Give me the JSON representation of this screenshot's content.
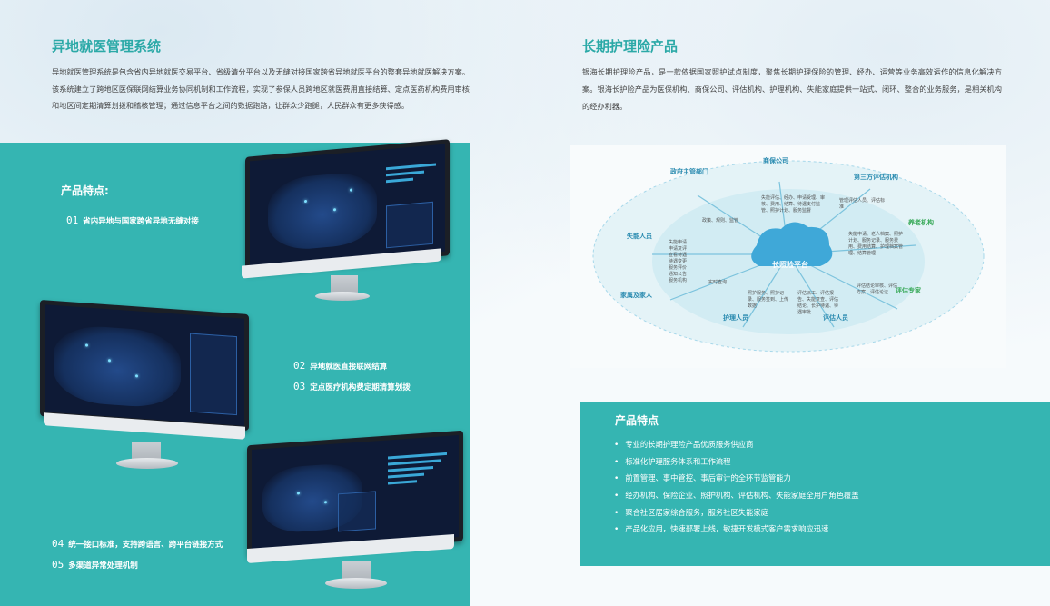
{
  "left": {
    "title": "异地就医管理系统",
    "description": "异地就医管理系统是包含省内异地就医交易平台、省级清分平台以及无缝对接国家跨省异地就医平台的整套异地就医解决方案。该系统建立了跨地区医保联网结算业务协同机制和工作流程，实现了参保人员跨地区就医费用直接结算、定点医药机构费用审核和地区间定期清算划拨和稽核管理；通过信息平台之间的数据跑路，让群众少跑腿，人民群众有更多获得感。",
    "features_title": "产品特点:",
    "features": [
      {
        "num": "01",
        "text": "省内异地与国家跨省异地无缝对接"
      },
      {
        "num": "02",
        "text": "异地就医直接联网结算"
      },
      {
        "num": "03",
        "text": "定点医疗机构费定期清算划拨"
      },
      {
        "num": "04",
        "text": "统一接口标准，支持跨语言、跨平台链接方式"
      },
      {
        "num": "05",
        "text": "多渠道异常处理机制"
      }
    ]
  },
  "right": {
    "title": "长期护理险产品",
    "description": "银海长期护理险产品，是一款依据国家照护试点制度，聚焦长期护理保险的管理、经办、运营等业务高效运作的信息化解决方案。银海长护险产品为医保机构、商保公司、评估机构、护理机构、失能家庭提供一站式、闭环、整合的业务服务，是相关机构的经办利器。",
    "diagram": {
      "center": "长照险平台",
      "nodes": [
        "政府主管部门",
        "商保公司",
        "第三方评估机构",
        "养老机构",
        "评估专家",
        "评估人员",
        "护理人员",
        "家属及家人",
        "失能人员"
      ],
      "notes": {
        "gov": "政策、规则、监管",
        "insurer": "失能评估、经办、申请受理、审核、费用、结算、待遇支付监管、照护计划、服务监督",
        "third": "管理评估人员、评估标准",
        "elderly": "失能申请、老人档案、照护计划、服务记录、服务费用、费用结算、护理档案管理、结算管理",
        "expert": "评估结论审核、评估方案、评估论证",
        "assessor": "评估派工、评估报告、失能复查、评估结论、长护待遇、待遇审批",
        "nurse": "照护服务、照护记录、服务签到、上传数据",
        "disabled": [
          "失能申请",
          "申请复评",
          "查看待遇",
          "待遇变更",
          "服务评价",
          "通知公告",
          "服务机构"
        ],
        "family": "实时查询"
      }
    },
    "product_title": "产品特点",
    "product_features": [
      "专业的长期护理险产品优质服务供应商",
      "标准化护理服务体系和工作流程",
      "前置管理、事中管控、事后审计的全环节监管能力",
      "经办机构、保险企业、照护机构、评估机构、失能家庭全用户角色覆盖",
      "聚合社区居家综合服务，服务社区失能家庭",
      "产品化应用，快速部署上线，敏捷开发模式客户需求响应迅速"
    ]
  },
  "colors": {
    "accent": "#2ba9a7",
    "panel": "#35b5b2",
    "screen": "#0e1a36"
  }
}
